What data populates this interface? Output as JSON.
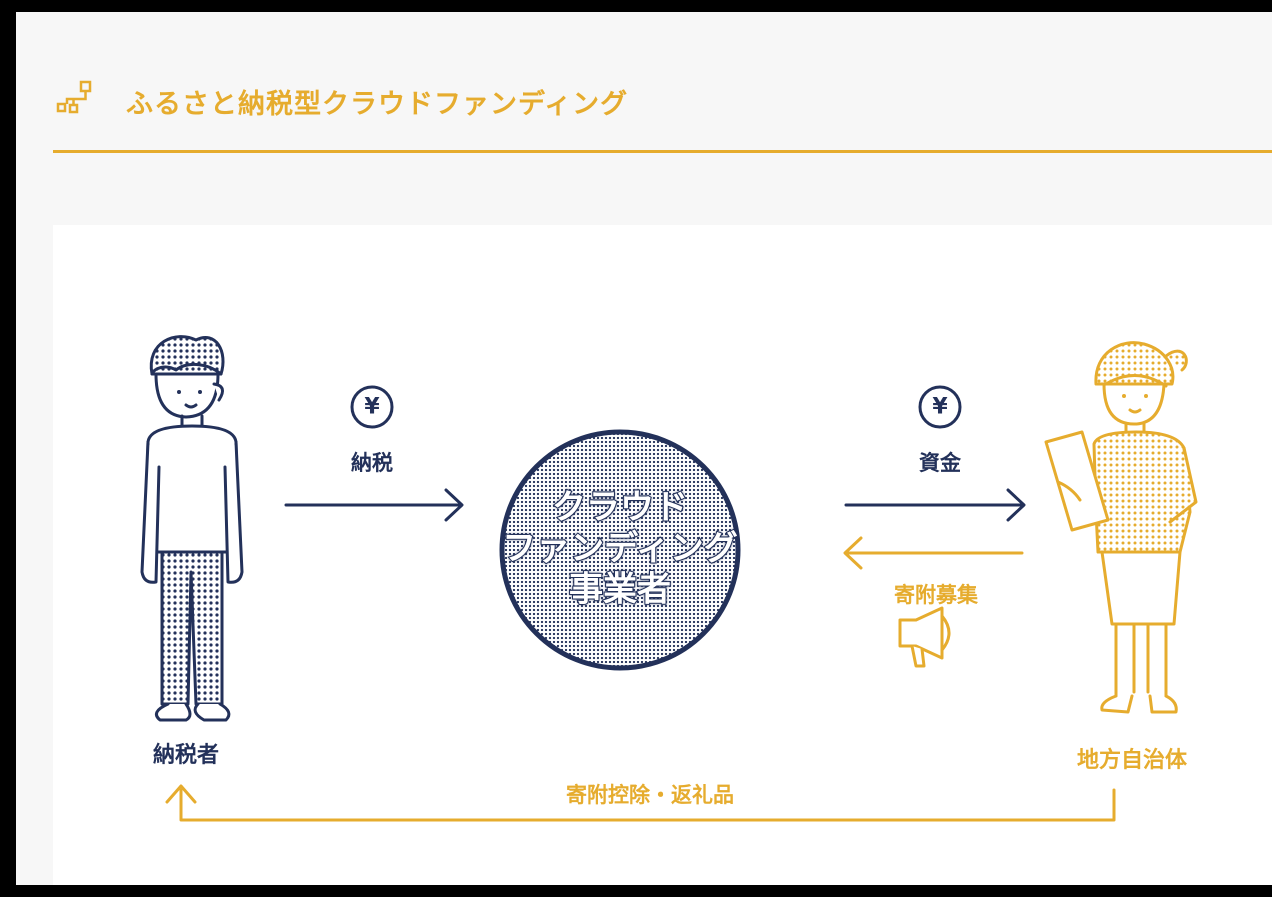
{
  "header": {
    "title": "ふるさと納税型クラウドファンディング",
    "icon": "flow-chart-icon",
    "accent_color": "#e6ac2e"
  },
  "diagram": {
    "taxpayer": {
      "label": "納税者",
      "color": "#23315a"
    },
    "center": {
      "line1": "クラウド",
      "line2": "ファンディング",
      "line3": "事業者",
      "color": "#23315a"
    },
    "municipality": {
      "label": "地方自治体",
      "color": "#e6ac2e"
    },
    "flows": {
      "tax_payment": {
        "label": "納税",
        "symbol": "¥"
      },
      "funding": {
        "label": "資金",
        "symbol": "¥"
      },
      "donation_request": {
        "label": "寄附募集"
      },
      "return": {
        "label": "寄附控除・返礼品"
      }
    }
  }
}
